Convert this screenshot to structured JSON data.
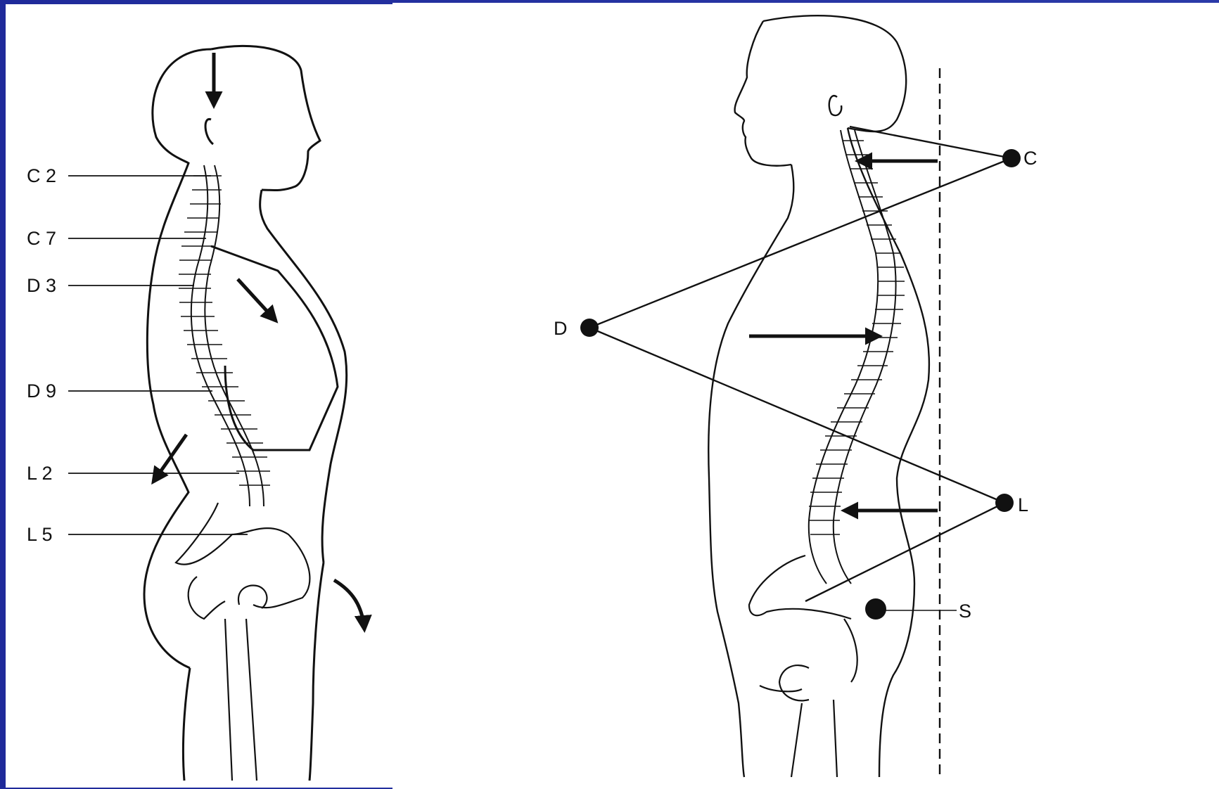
{
  "left_figure": {
    "labels": [
      "C 2",
      "C 7",
      "D 3",
      "D 9",
      "L 2",
      "L 5"
    ]
  },
  "right_figure": {
    "points": [
      "C",
      "D",
      "L",
      "S"
    ]
  }
}
